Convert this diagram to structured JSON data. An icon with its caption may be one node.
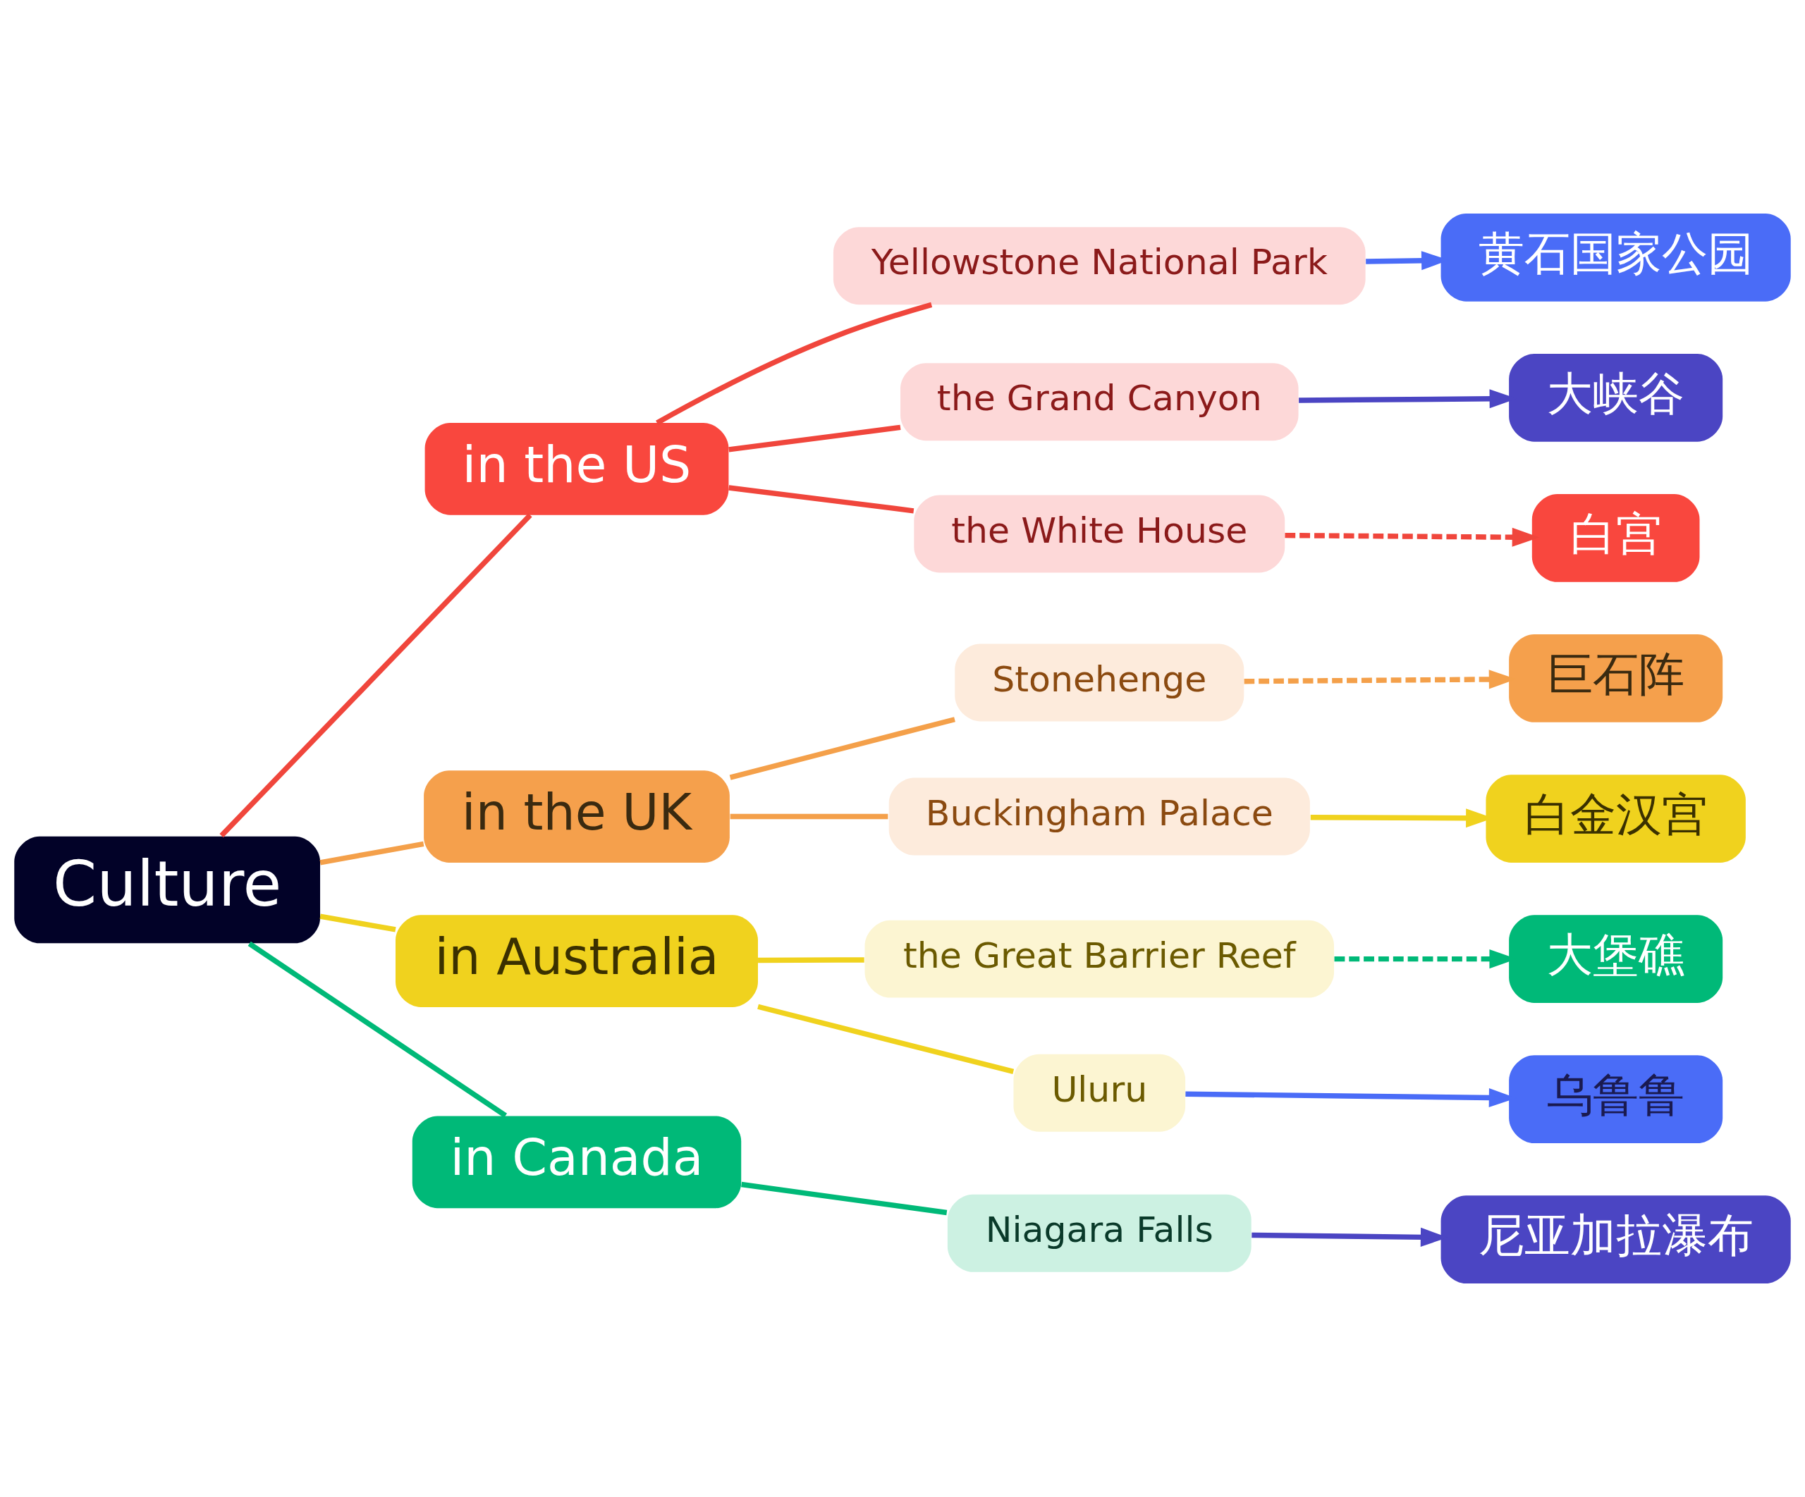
{
  "diagram": {
    "nodes": [
      {
        "text": [
          "Culture"
        ]
      },
      {
        "text": [
          "in the US"
        ]
      },
      {
        "text": [
          "Yellowstone National Park"
        ]
      },
      {
        "text": [
          "黄石国家公园"
        ]
      },
      {
        "text": [
          "the Grand Canyon"
        ]
      },
      {
        "text": [
          "大峡谷"
        ]
      },
      {
        "text": [
          "the White House"
        ]
      },
      {
        "text": [
          "白宫"
        ]
      },
      {
        "text": [
          "in the UK"
        ]
      },
      {
        "text": [
          "Stonehenge"
        ]
      },
      {
        "text": [
          "巨石阵"
        ]
      },
      {
        "text": [
          "Buckingham Palace"
        ]
      },
      {
        "text": [
          "白金汉宫"
        ]
      },
      {
        "text": [
          "in Australia"
        ]
      },
      {
        "text": [
          "the Great Barrier Reef"
        ]
      },
      {
        "text": [
          "大堡礁"
        ]
      },
      {
        "text": [
          "Uluru"
        ]
      },
      {
        "text": [
          "乌鲁鲁"
        ]
      },
      {
        "text": [
          "in Canada"
        ]
      },
      {
        "text": [
          "Niagara Falls"
        ]
      },
      {
        "text": [
          "尼亚加拉瀑布"
        ]
      }
    ],
    "edges": [
      {
        "from": 0,
        "to": 1,
        "arrow": "none",
        "color": "#f0463c"
      },
      {
        "from": 0,
        "to": 8,
        "arrow": "none",
        "color": "#f4a04a"
      },
      {
        "from": 0,
        "to": 13,
        "arrow": "none",
        "color": "#f0d21e"
      },
      {
        "from": 0,
        "to": 18,
        "arrow": "none",
        "color": "#00b978"
      },
      {
        "from": 1,
        "to": 2,
        "arrow": "none",
        "color": "#f0463c"
      },
      {
        "from": 2,
        "to": 3,
        "arrow": "to",
        "color": "#4a6cf7"
      },
      {
        "from": 1,
        "to": 4,
        "arrow": "none",
        "color": "#f0463c"
      },
      {
        "from": 4,
        "to": 5,
        "arrow": "to",
        "color": "#4b45c3"
      },
      {
        "from": 1,
        "to": 6,
        "arrow": "none",
        "color": "#f0463c"
      },
      {
        "from": 6,
        "to": 7,
        "arrow": "to",
        "style": "dashed",
        "color": "#f0463c"
      },
      {
        "from": 8,
        "to": 9,
        "arrow": "none",
        "color": "#f4a04a"
      },
      {
        "from": 9,
        "to": 10,
        "arrow": "to",
        "style": "dashed",
        "color": "#f4a04a"
      },
      {
        "from": 8,
        "to": 11,
        "arrow": "none",
        "color": "#f4a04a"
      },
      {
        "from": 11,
        "to": 12,
        "arrow": "to",
        "color": "#f0d21e"
      },
      {
        "from": 13,
        "to": 14,
        "arrow": "none",
        "color": "#f0d21e"
      },
      {
        "from": 14,
        "to": 15,
        "arrow": "to",
        "style": "dashed",
        "color": "#00b978"
      },
      {
        "from": 13,
        "to": 16,
        "arrow": "none",
        "color": "#f0d21e"
      },
      {
        "from": 16,
        "to": 17,
        "arrow": "to",
        "color": "#4a6cf7"
      },
      {
        "from": 18,
        "to": 19,
        "arrow": "none",
        "color": "#00b978"
      },
      {
        "from": 19,
        "to": 20,
        "arrow": "to",
        "color": "#4b45c3"
      }
    ]
  }
}
